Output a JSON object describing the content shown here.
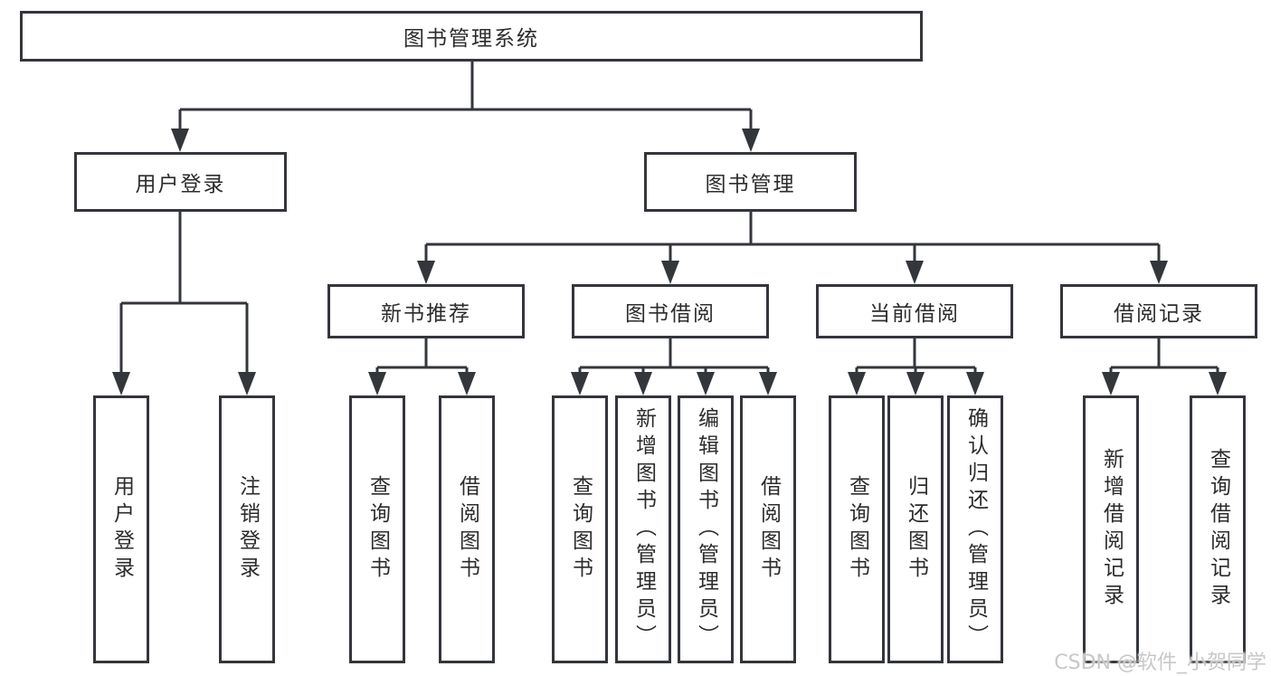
{
  "diagram": {
    "root": {
      "label": "图书管理系统"
    },
    "level2": [
      {
        "id": "user-login",
        "label": "用户登录"
      },
      {
        "id": "book-management",
        "label": "图书管理"
      }
    ],
    "level3": [
      {
        "id": "new-book-recommendation",
        "label": "新书推荐"
      },
      {
        "id": "book-borrowing",
        "label": "图书借阅"
      },
      {
        "id": "current-borrowing",
        "label": "当前借阅"
      },
      {
        "id": "borrowing-records",
        "label": "借阅记录"
      }
    ],
    "leafGroups": [
      {
        "parent": "用户登录",
        "items": [
          {
            "label": "用户登录"
          },
          {
            "label": "注销登录"
          }
        ]
      },
      {
        "parent": "新书推荐",
        "items": [
          {
            "label": "查询图书"
          },
          {
            "label": "借阅图书"
          }
        ]
      },
      {
        "parent": "图书借阅",
        "items": [
          {
            "label": "查询图书"
          },
          {
            "label": "新增图书（管理员）"
          },
          {
            "label": "编辑图书（管理员）"
          },
          {
            "label": "借阅图书"
          }
        ]
      },
      {
        "parent": "当前借阅",
        "items": [
          {
            "label": "查询图书"
          },
          {
            "label": "归还图书"
          },
          {
            "label": "确认归还（管理员）"
          }
        ]
      },
      {
        "parent": "借阅记录",
        "items": [
          {
            "label": "新增借阅记录"
          },
          {
            "label": "查询借阅记录"
          }
        ]
      }
    ]
  },
  "watermark": {
    "text": "CSDN @软件_小贺同学"
  },
  "colors": {
    "line": "#33363b",
    "box_border": "#33363b",
    "text": "#2c2c2c",
    "watermark": "#c8c8c8",
    "background": "#ffffff"
  }
}
